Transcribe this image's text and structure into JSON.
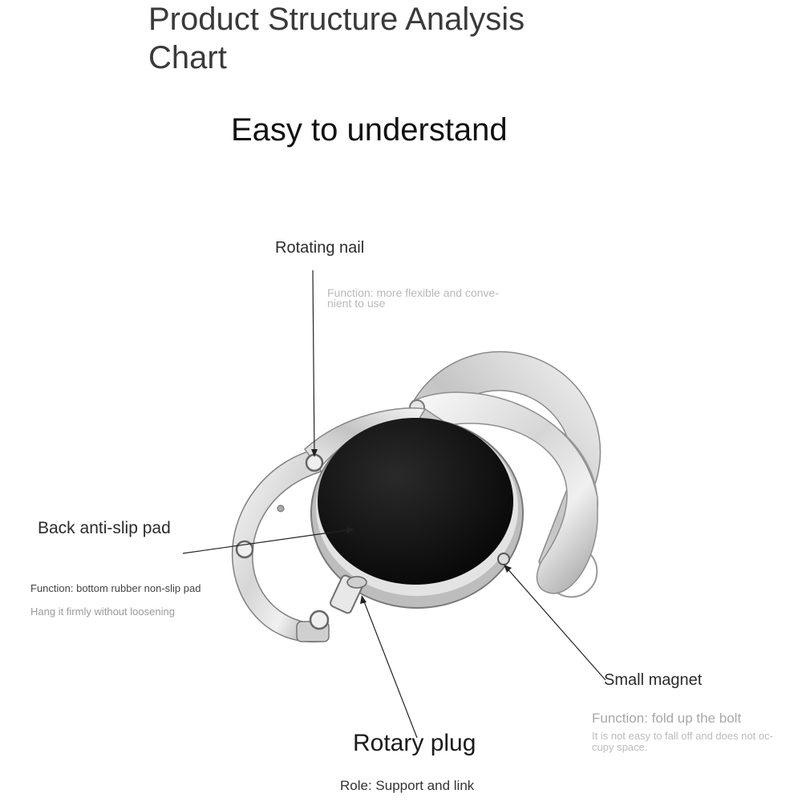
{
  "title": {
    "line1": "Product Structure Analysis",
    "line2": "Chart"
  },
  "subtitle": "Easy to understand",
  "callouts": {
    "rotating_nail": {
      "label": "Rotating nail",
      "function_line1": "Function: more flexible and conve-",
      "function_line2": "nient to use"
    },
    "anti_slip_pad": {
      "label": "Back anti-slip pad",
      "function": "Function: bottom rubber non-slip pad",
      "detail": "Hang it firmly without loosening"
    },
    "small_magnet": {
      "label": "Small magnet",
      "function": "Function: fold up the bolt",
      "detail_line1": "It is not easy to fall off and does not oc-",
      "detail_line2": "cupy space."
    },
    "rotary_plug": {
      "label": "Rotary plug",
      "role": "Role: Support and link"
    }
  },
  "colors": {
    "metal_light": "#f2f2f2",
    "metal_mid": "#c9c9c9",
    "metal_dark": "#8a8a8a",
    "disc": "#111111",
    "pointer": "#222222"
  }
}
